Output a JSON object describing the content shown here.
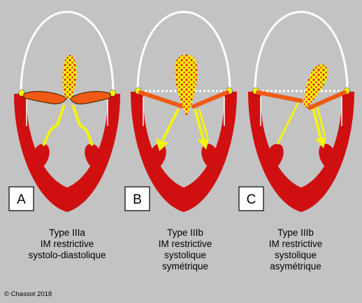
{
  "panels": [
    {
      "letter": "A",
      "caption": [
        "Type IIIa",
        "IM restrictive",
        "systolo-diastolique"
      ]
    },
    {
      "letter": "B",
      "caption": [
        "Type IIIb",
        "IM restrictive",
        "systolique",
        "symétrique"
      ]
    },
    {
      "letter": "C",
      "caption": [
        "Type IIIb",
        "IM restrictive",
        "systolique",
        "asymétrique"
      ]
    }
  ],
  "copyright": "© Chassot  2018",
  "colors": {
    "background": "#c3c3c3",
    "myocardium": "#d01010",
    "leaflet": "#ef5a14",
    "jet_yellow": "#f4f40c",
    "jet_red_dots": "#e81c1c",
    "annulus_dots": "#ffffff"
  }
}
